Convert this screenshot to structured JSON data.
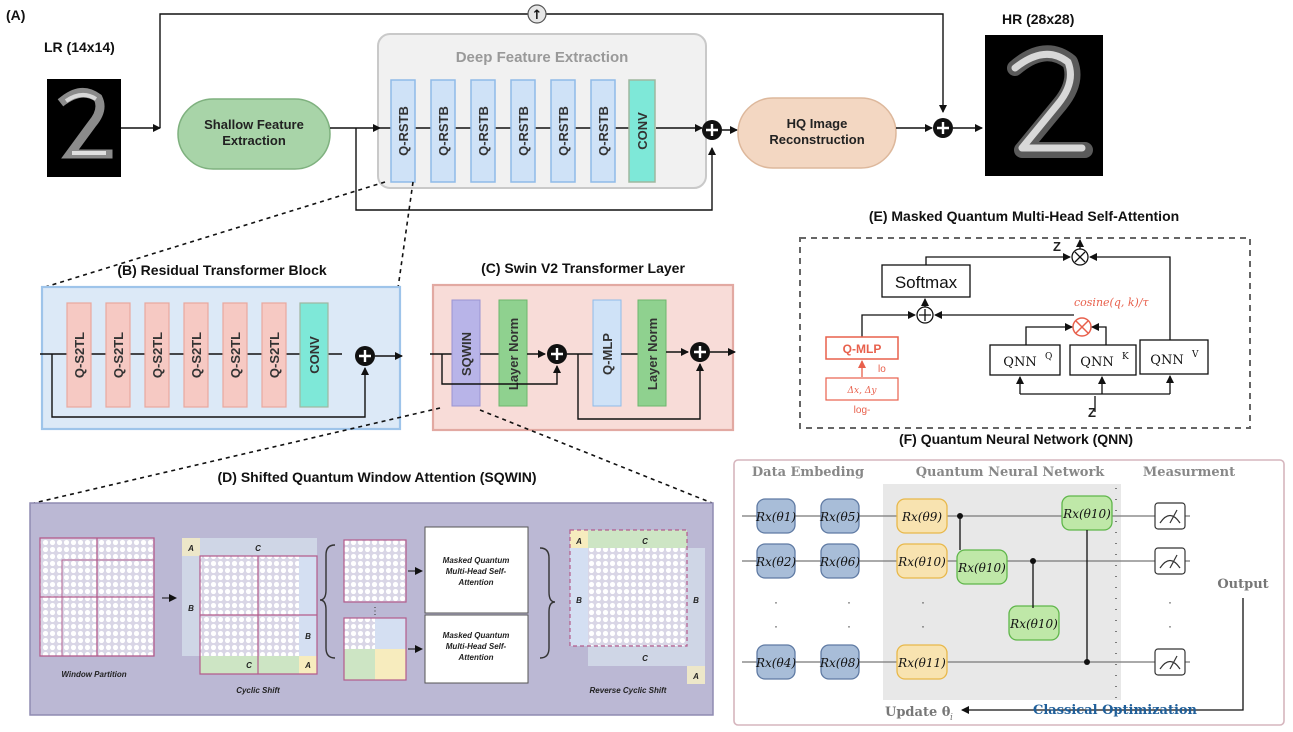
{
  "panel_a": {
    "label": "(A)",
    "lr_label": "LR (14x14)",
    "hr_label": "HR (28x28)",
    "shallow": [
      "Shallow Feature",
      "Extraction"
    ],
    "deep_title": "Deep Feature Extraction",
    "rstb": [
      "Q-RSTB",
      "Q-RSTB",
      "Q-RSTB",
      "Q-RSTB",
      "Q-RSTB",
      "Q-RSTB"
    ],
    "conv": "CONV",
    "hq": [
      "HQ Image",
      "Reconstruction"
    ],
    "upsample_symbol": "↑"
  },
  "panel_b": {
    "title": "(B) Residual Transformer Block",
    "s2tl": [
      "Q-S2TL",
      "Q-S2TL",
      "Q-S2TL",
      "Q-S2TL",
      "Q-S2TL",
      "Q-S2TL"
    ],
    "conv": "CONV"
  },
  "panel_c": {
    "title": "(C) Swin V2 Transformer Layer",
    "sqwin": "SQWIN",
    "layer_norm_1": "Layer Norm",
    "qmlp": "Q-MLP",
    "layer_norm_2": "Layer Norm"
  },
  "panel_d": {
    "title": "(D) Shifted Quantum Window Attention (SQWIN)",
    "window_partition": "Window Partition",
    "cyclic_shift": "Cyclic Shift",
    "reverse_cyclic_shift": "Reverse Cyclic Shift",
    "masked_box_1": [
      "Masked Quantum",
      "Multi-Head Self-",
      "Attention"
    ],
    "masked_box_2": [
      "Masked Quantum",
      "Multi-Head Self-",
      "Attention"
    ],
    "region_a": "A",
    "region_b": "B",
    "region_c": "C",
    "ellipsis": "⋮"
  },
  "panel_e": {
    "title": "(E) Masked Quantum Multi-Head Self-Attention",
    "softmax": "Softmax",
    "cosine": "cosine(q, k)/τ",
    "qmlp": "Q-MLP",
    "lo": "lo",
    "delta": "Δx, Δy",
    "log": "log-",
    "qnn_q": "QNN",
    "qnn_q_sup": "Q",
    "qnn_k": "QNN",
    "qnn_k_sup": "K",
    "qnn_v": "QNN",
    "qnn_v_sup": "V",
    "z_top": "Z",
    "z_bottom": "Z"
  },
  "panel_f": {
    "title": "(F) Quantum Neural Network (QNN)",
    "data_embedding": "Data Embeding",
    "qnn_header": "Quantum Neural Network",
    "measurement": "Measurment",
    "output": "Output",
    "update": "Update θ",
    "update_sub": "i",
    "classical": "Classical  Optimization",
    "embed_row1": [
      "θ1",
      "θ5"
    ],
    "embed_row2": [
      "θ2",
      "θ6"
    ],
    "embed_row4": [
      "θ4",
      "θ8"
    ],
    "qnn_row1": "θ9",
    "qnn_row2": "θ10",
    "qnn_row4": "θ11",
    "cz1": "θ10",
    "cz2": "θ10",
    "cz3": "θ10"
  },
  "colors": {
    "rstb_fill": "#cfe2f7",
    "rstb_stroke": "#8fbbe8",
    "conv_fill": "#7ee8d8",
    "shallow_fill": "#a8d4a8",
    "hq_fill": "#f3d7c2",
    "s2tl_fill": "#f6c9c3",
    "layernorm_fill": "#8fd18f",
    "sqwin_fill": "#b8b4e8",
    "panel_b_bg": "#dce9f7",
    "panel_c_bg": "#f8dcd8",
    "panel_d_bg": "#bbb8d4",
    "gate_blue": "#a8bdd8",
    "gate_yellow": "#f8e3b0",
    "gate_green": "#bfe8a8",
    "red": "#e8604c"
  }
}
